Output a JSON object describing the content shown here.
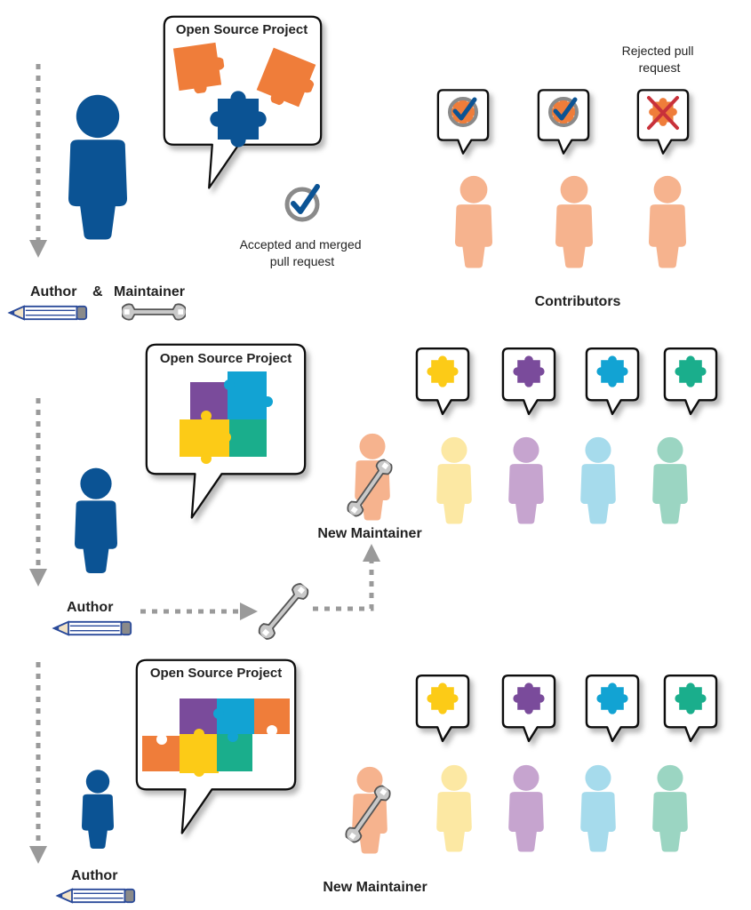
{
  "project_title": "Open Source Project",
  "panel1": {
    "author_label": "Author",
    "amp": "&",
    "maintainer_label": "Maintainer",
    "accepted_caption": [
      "Accepted and merged",
      "pull request"
    ],
    "rejected_caption": [
      "Rejected pull",
      "request"
    ],
    "contributors_label": "Contributors"
  },
  "panel2": {
    "author_label": "Author",
    "new_maintainer_label": "New Maintainer"
  },
  "panel3": {
    "author_label": "Author",
    "new_maintainer_label": "New Maintainer"
  },
  "colors": {
    "author_blue": "#0b5394",
    "puzzle_orange": "#ef7d3a",
    "person_peach": "#f6b38e",
    "yellow": "#fccb17",
    "purple": "#7a4b9b",
    "cyan": "#12a3d3",
    "green": "#1aae8c",
    "grey": "#9a9a9a",
    "reject_red": "#c8313a"
  }
}
